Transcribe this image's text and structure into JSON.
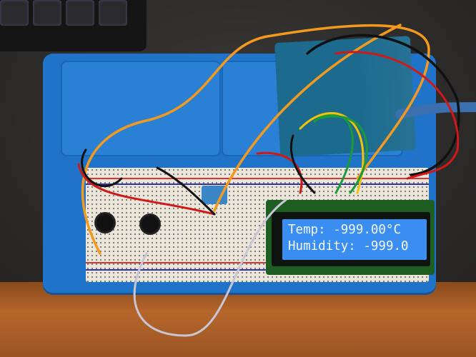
{
  "scene": {
    "description_elements": [
      "keyboard",
      "blue-tray",
      "breadboard",
      "arduino-board",
      "lcd-module",
      "potentiometers",
      "humidity-sensor",
      "jumper-wires",
      "usb-cable"
    ]
  },
  "lcd": {
    "line1": "Temp: -999.00°C",
    "line2": "Humidity: -999.0",
    "backlight_color": "#3a8ef2"
  },
  "colors": {
    "tray": "#1f74c9",
    "wire_orange": "#f39a1e",
    "wire_red": "#d01818",
    "wire_black": "#111111",
    "wire_green": "#1a9a3a",
    "wire_yellow": "#f2c20a",
    "wire_white": "#c9c6d6"
  }
}
